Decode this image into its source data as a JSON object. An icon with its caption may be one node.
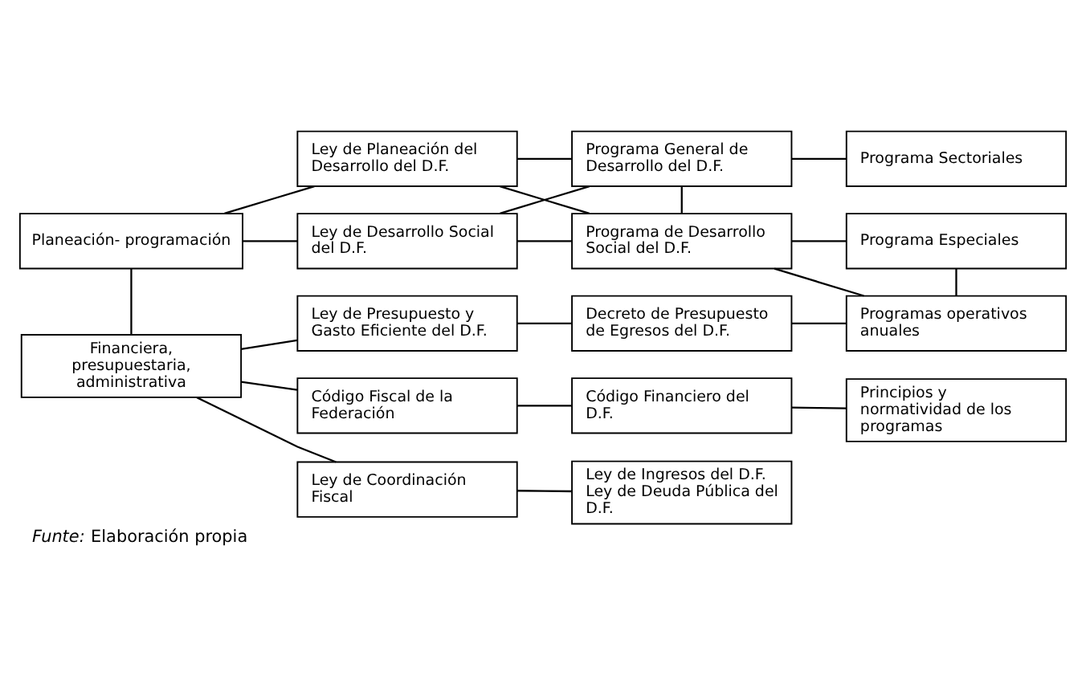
{
  "diagram": {
    "caption": "*Funte:* Elaboración propia",
    "nodes": [
      {
        "text": [
          "Planeación- programación"
        ]
      },
      {
        "text": [
          "Ley de Planeación del Desarrollo del D.F."
        ]
      },
      {
        "text": [
          "Ley de Desarrollo Social del D.F."
        ]
      },
      {
        "text": [
          "Programa General de Desarrollo del D.F."
        ]
      },
      {
        "text": [
          "Programa Sectoriales"
        ]
      },
      {
        "text": [
          "Programa de Desarrollo Social del D.F."
        ]
      },
      {
        "text": [
          "Programa Especiales"
        ]
      },
      {
        "text": [
          "Financiera, presupuestaria, administrativa"
        ]
      },
      {
        "text": [
          "Ley de Presupuesto y Gasto Eficiente del D.F."
        ]
      },
      {
        "text": [
          "Decreto de Presupuesto de Egresos del D.F."
        ]
      },
      {
        "text": [
          "Programas operativos anuales"
        ]
      },
      {
        "text": [
          "Código Fiscal de la Federación"
        ]
      },
      {
        "text": [
          "Código Financiero del D.F."
        ]
      },
      {
        "text": [
          "Principios y normatividad de los programas"
        ]
      },
      {
        "text": [
          "Ley de Coordinación Fiscal"
        ]
      },
      {
        "text": [
          "Ley de Ingresos del D.F.",
          "Ley de Deuda Pública del D.F."
        ]
      }
    ],
    "edges": [
      {
        "from": 0,
        "to": 1,
        "arrow": "none"
      },
      {
        "from": 0,
        "to": 2,
        "arrow": "none"
      },
      {
        "from": 1,
        "to": 3,
        "arrow": "none"
      },
      {
        "from": 1,
        "to": 5,
        "arrow": "none"
      },
      {
        "from": 2,
        "to": 3,
        "arrow": "none"
      },
      {
        "from": 2,
        "to": 5,
        "arrow": "none"
      },
      {
        "from": 3,
        "to": 4,
        "arrow": "none"
      },
      {
        "from": 3,
        "to": 5,
        "arrow": "none"
      },
      {
        "from": 5,
        "to": 6,
        "arrow": "none"
      },
      {
        "from": 5,
        "to": 10,
        "arrow": "none"
      },
      {
        "from": 6,
        "to": 10,
        "arrow": "none"
      },
      {
        "from": 0,
        "to": 7,
        "arrow": "none"
      },
      {
        "from": 7,
        "to": 8,
        "arrow": "none"
      },
      {
        "from": 7,
        "to": 11,
        "arrow": "none"
      },
      {
        "from": 7,
        "to": 14,
        "arrow": "none"
      },
      {
        "from": 8,
        "to": 9,
        "arrow": "none"
      },
      {
        "from": 9,
        "to": 10,
        "arrow": "none"
      },
      {
        "from": 11,
        "to": 12,
        "arrow": "none"
      },
      {
        "from": 12,
        "to": 13,
        "arrow": "none"
      },
      {
        "from": 14,
        "to": 15,
        "arrow": "none"
      }
    ]
  }
}
